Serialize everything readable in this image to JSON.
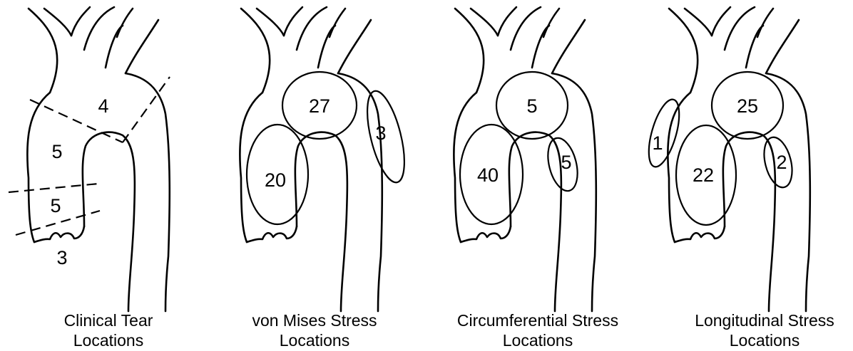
{
  "panels": [
    {
      "caption_line1": "Clinical Tear",
      "caption_line2": "Locations",
      "counts": [
        "4",
        "5",
        "5",
        "3"
      ]
    },
    {
      "caption_line1": "von Mises Stress",
      "caption_line2": "Locations",
      "counts": [
        "27",
        "20",
        "3"
      ]
    },
    {
      "caption_line1": "Circumferential Stress",
      "caption_line2": "Locations",
      "counts": [
        "5",
        "40",
        "5"
      ]
    },
    {
      "caption_line1": "Longitudinal Stress",
      "caption_line2": "Locations",
      "counts": [
        "25",
        "22",
        "2",
        "1"
      ]
    }
  ]
}
